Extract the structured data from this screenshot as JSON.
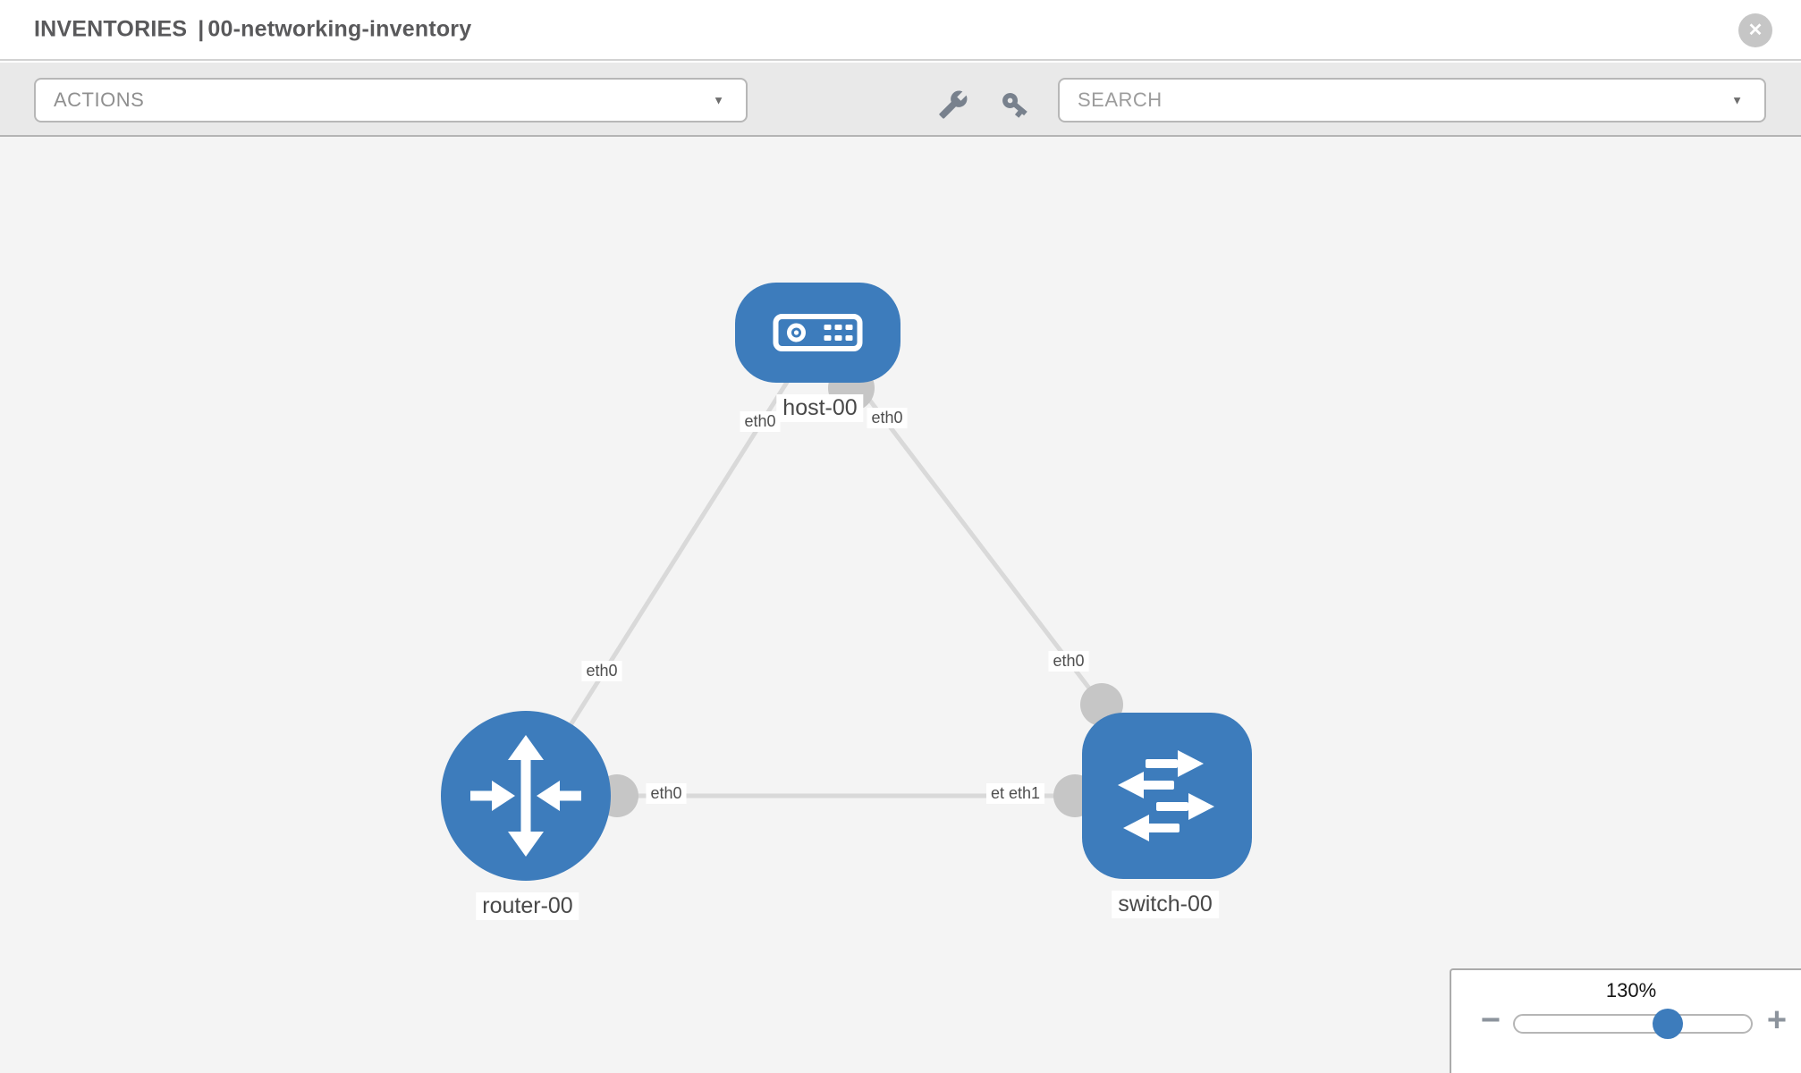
{
  "header": {
    "section": "INVENTORIES",
    "separator": "|",
    "inventory_name": "00-networking-inventory",
    "close_glyph": "✕"
  },
  "toolbar": {
    "actions_label": "ACTIONS",
    "search_label": "SEARCH",
    "caret_glyph": "▼",
    "icons": {
      "wrench": "wrench-icon",
      "key": "key-icon"
    }
  },
  "diagram": {
    "nodes": {
      "host": {
        "label": "host-00",
        "type": "host"
      },
      "router": {
        "label": "router-00",
        "type": "router"
      },
      "switch": {
        "label": "switch-00",
        "type": "switch"
      }
    },
    "links": [
      {
        "from": "host-00",
        "to": "router-00"
      },
      {
        "from": "host-00",
        "to": "switch-00"
      },
      {
        "from": "router-00",
        "to": "switch-00"
      }
    ],
    "interface_labels": {
      "host_left": "eth0",
      "host_right": "eth0",
      "router_upper": "eth0",
      "switch_upper": "eth0",
      "router_right": "eth0",
      "switch_left_back": "eth0",
      "switch_left_front": "eth1"
    }
  },
  "zoom_control": {
    "level": "130%",
    "minus_glyph": "−",
    "plus_glyph": "+"
  }
}
